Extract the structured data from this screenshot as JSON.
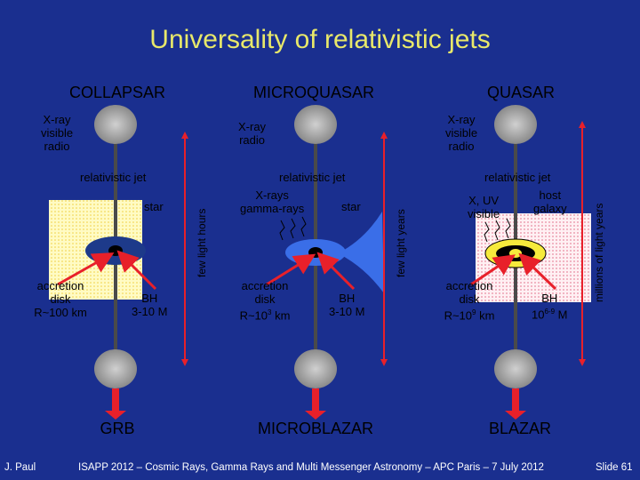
{
  "title": "Universality of relativistic jets",
  "panels": {
    "collapsar": {
      "title": "COLLAPSAR",
      "emission": "X-ray\nvisible\nradio",
      "jet": "relativistic jet",
      "companion": "star",
      "disk": "accretion\ndisk\nR~100 km",
      "bh": "BH\n3-10 M",
      "timescale": "few light hours",
      "result": "GRB"
    },
    "microquasar": {
      "title": "MICROQUASAR",
      "emission": "X-ray\nradio",
      "jet": "relativistic jet",
      "companion_emission": "X-rays\ngamma-rays",
      "companion": "star",
      "disk": "accretion\ndisk\nR~10",
      "disk_exp": "3",
      "disk_unit": " km",
      "bh": "BH\n3-10 M",
      "timescale": "few light years",
      "result": "MICROBLAZAR"
    },
    "quasar": {
      "title": "QUASAR",
      "emission": "X-ray\nvisible\nradio",
      "jet": "relativistic jet",
      "companion_emission": "X, UV\nvisible",
      "host": "host\ngalaxy",
      "disk": "accretion\ndisk\nR~10",
      "disk_exp": "9",
      "disk_unit": " km",
      "bh_label": "BH",
      "bh_mass": "10",
      "bh_exp": "6-9",
      "bh_unit": " M",
      "timescale": "millions of light years",
      "result": "BLAZAR"
    }
  },
  "footer": {
    "author": "J. Paul",
    "event": "ISAPP 2012 – Cosmic Rays, Gamma Rays and Multi Messenger Astronomy – APC Paris – 7 July 2012",
    "slide": "Slide 61"
  },
  "colors": {
    "background": "#1a2f8f",
    "title": "#e8e86a",
    "arrow": "#e8202a",
    "companion_star": "#fff79a",
    "microquasar_star": "#3a6ee8",
    "host_galaxy": "#ffc6d4",
    "disk": "#1d3a8a",
    "jet": "#5a5a5a"
  }
}
